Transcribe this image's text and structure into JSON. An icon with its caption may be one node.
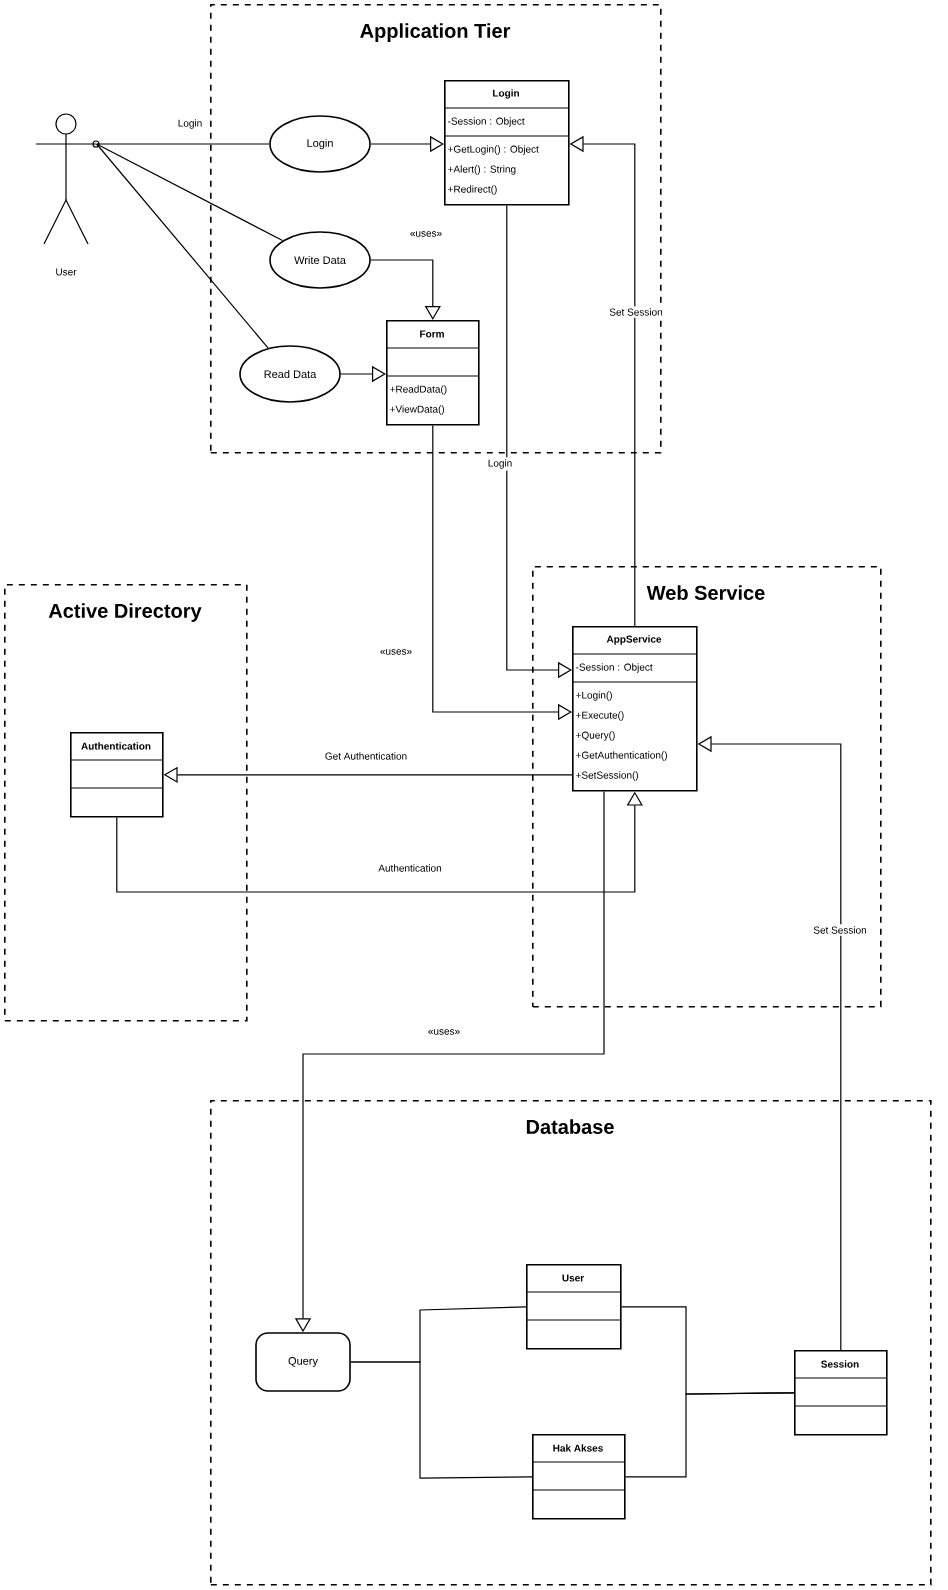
{
  "diagram": {
    "nodes": [
      {
        "text": [
          "Application Tier"
        ]
      },
      {
        "text": [
          "User"
        ]
      },
      {
        "text": [
          "Login"
        ],
        "in": 0
      },
      {
        "text": [
          "Write Data"
        ],
        "in": 0
      },
      {
        "text": [
          "Read Data"
        ],
        "in": 0
      },
      {
        "text": [
          "Login",
          "-Session : Object",
          "+GetLogin() : Object",
          "+Alert() : String",
          "+Redirect()"
        ],
        "in": 0
      },
      {
        "text": [
          "Form",
          "+ReadData()",
          "+ViewData()"
        ],
        "in": 0
      },
      {
        "text": [
          "Active Directory"
        ]
      },
      {
        "text": [
          "Authentication"
        ],
        "in": 7
      },
      {
        "text": [
          "Web Service"
        ]
      },
      {
        "text": [
          "AppService",
          "-Session : Object",
          "+Login()",
          "+Execute()",
          "+Query()",
          "+GetAuthentication()",
          "+SetSession()"
        ],
        "in": 9
      },
      {
        "text": [
          "Database"
        ]
      },
      {
        "text": [
          "Query"
        ],
        "in": 11
      },
      {
        "text": [
          "User"
        ],
        "in": 11
      },
      {
        "text": [
          "Hak Akses"
        ],
        "in": 11
      },
      {
        "text": [
          "Session"
        ],
        "in": 11
      }
    ],
    "edges": [
      {
        "from": 1,
        "to": 2,
        "arrow": "none",
        "label": "Login"
      },
      {
        "from": 1,
        "to": 3,
        "arrow": "none"
      },
      {
        "from": 1,
        "to": 4,
        "arrow": "none"
      },
      {
        "from": 2,
        "to": 5,
        "arrow": "to"
      },
      {
        "from": 3,
        "to": 6,
        "arrow": "to",
        "label": "«uses»"
      },
      {
        "from": 4,
        "to": 6,
        "arrow": "to"
      },
      {
        "from": 5,
        "to": 10,
        "arrow": "to",
        "label": "Login"
      },
      {
        "from": 6,
        "to": 10,
        "arrow": "to",
        "label": "«uses»"
      },
      {
        "from": 10,
        "to": 5,
        "arrow": "to",
        "label": "Set Session"
      },
      {
        "from": 10,
        "to": 8,
        "arrow": "to",
        "label": "Get Authentication"
      },
      {
        "from": 8,
        "to": 10,
        "arrow": "to",
        "label": "Authentication"
      },
      {
        "from": 10,
        "to": 12,
        "arrow": "to",
        "label": "«uses»"
      },
      {
        "from": 15,
        "to": 10,
        "arrow": "to",
        "label": "Set Session"
      },
      {
        "from": 12,
        "to": 13,
        "arrow": "none"
      },
      {
        "from": 12,
        "to": 14,
        "arrow": "none"
      },
      {
        "from": 13,
        "to": 15,
        "arrow": "none"
      },
      {
        "from": 14,
        "to": 15,
        "arrow": "none"
      }
    ]
  }
}
